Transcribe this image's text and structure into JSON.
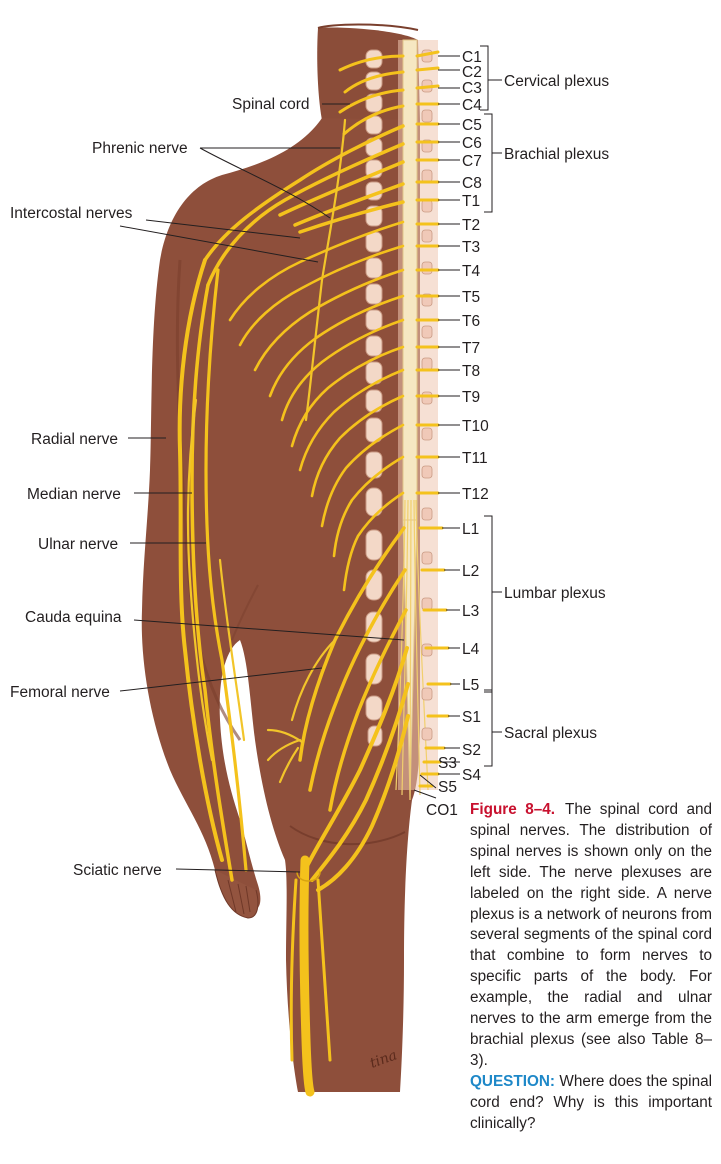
{
  "figure": {
    "label": "Figure 8–4.",
    "caption": "The spinal cord and spinal nerves. The distribution of spinal nerves is shown only on the left side. The nerve plexuses are labeled on the right side. A nerve plexus is a network of neurons from several segments of the spinal cord that combine to form nerves to specific parts of the body. For example, the radial and ulnar nerves to the arm emerge from the brachial plexus (see also Table 8–3).",
    "question_label": "QUESTION:",
    "question_text": "Where does the spinal cord end? Why is this important clinically?"
  },
  "left_labels": {
    "spinal_cord": "Spinal cord",
    "phrenic": "Phrenic nerve",
    "intercostal": "Intercostal nerves",
    "radial": "Radial nerve",
    "median": "Median nerve",
    "ulnar": "Ulnar nerve",
    "cauda_equina": "Cauda equina",
    "femoral": "Femoral nerve",
    "sciatic": "Sciatic nerve"
  },
  "plexuses": {
    "cervical": "Cervical plexus",
    "brachial": "Brachial plexus",
    "lumbar": "Lumbar plexus",
    "sacral": "Sacral plexus"
  },
  "segments": {
    "c1": "C1",
    "c2": "C2",
    "c3": "C3",
    "c4": "C4",
    "c5": "C5",
    "c6": "C6",
    "c7": "C7",
    "c8": "C8",
    "t1": "T1",
    "t2": "T2",
    "t3": "T3",
    "t4": "T4",
    "t5": "T5",
    "t6": "T6",
    "t7": "T7",
    "t8": "T8",
    "t9": "T9",
    "t10": "T10",
    "t11": "T11",
    "t12": "T12",
    "l1": "L1",
    "l2": "L2",
    "l3": "L3",
    "l4": "L4",
    "l5": "L5",
    "s1": "S1",
    "s2": "S2",
    "s3": "S3",
    "s4": "S4",
    "s5": "S5",
    "co1": "CO1"
  },
  "signature": "tina",
  "colors": {
    "skin": "#8e4f3b",
    "nerve": "#f4c21c",
    "spine": "#f3e2b8",
    "vertebra": "#f1d4c0",
    "caption_figure": "#c8102e",
    "question": "#1e88c8"
  }
}
